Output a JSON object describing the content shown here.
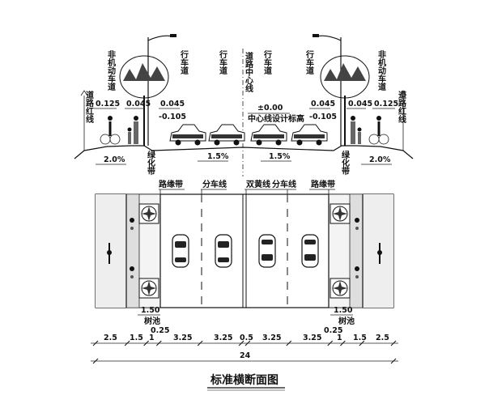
{
  "title": "标准横断面图",
  "section": {
    "labels": {
      "nonmotor_left": "非机动车道",
      "nonmotor_right": "非机动车道",
      "road_red_line_left": "道路红线",
      "road_red_line_right": "道路红线",
      "lane_left_1": "行车道",
      "lane_left_2": "行车道",
      "lane_right_1": "行车道",
      "lane_right_2": "行车道",
      "center_line": "道路中心线",
      "green_belt_left": "绿化带",
      "green_belt_right": "绿化带",
      "center_design_elev": "中心线设计标高"
    },
    "elevations": {
      "left_outer": "0.125",
      "left_mid": "0.045",
      "left_inner_top": "0.045",
      "left_inner_bottom": "-0.105",
      "center": "±0.00",
      "right_inner_top": "0.045",
      "right_inner_bottom": "-0.105",
      "right_mid": "0.045",
      "right_outer": "0.125"
    },
    "slopes": {
      "left_side": "2.0%",
      "left_road": "1.5%",
      "right_road": "1.5%",
      "right_side": "2.0%"
    }
  },
  "plan": {
    "labels": {
      "curb_left": "路缘带",
      "divider_left": "分车线",
      "double_yellow": "双黄线",
      "divider_right": "分车线",
      "curb_right": "路缘带",
      "tree_pit_left": "树池",
      "tree_pit_right": "树池",
      "pit_dim_left": "1.50",
      "pit_dim_right": "1.50",
      "pit_offset_left": "0.25",
      "pit_offset_right": "0.25"
    }
  },
  "dimensions": {
    "segments": [
      "2.5",
      "1.5",
      "1",
      "3.25",
      "3.25",
      "0.5",
      "3.25",
      "3.25",
      "1",
      "1.5",
      "2.5"
    ],
    "total": "24"
  }
}
